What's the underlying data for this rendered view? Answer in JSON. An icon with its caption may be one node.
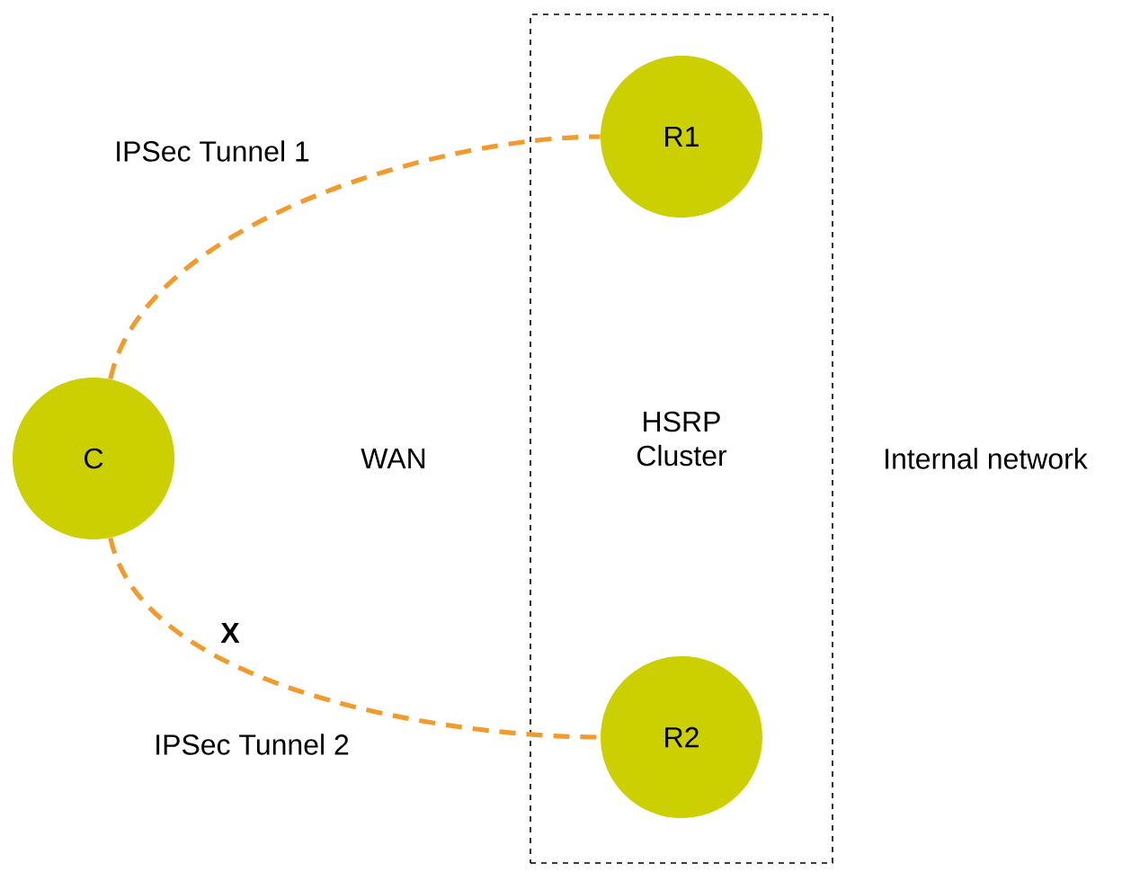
{
  "diagram": {
    "nodes": [
      {
        "text": [
          "HSRP Cluster"
        ]
      },
      {
        "text": [
          "R1"
        ],
        "in": 0
      },
      {
        "text": [
          "R2"
        ],
        "in": 0
      },
      {
        "text": [
          "C"
        ]
      }
    ],
    "edges": [
      {
        "from": 3,
        "to": 1,
        "arrow": "none",
        "label": "IPSec Tunnel 1",
        "style": "dashed"
      },
      {
        "from": 3,
        "to": 2,
        "arrow": "none",
        "label": "IPSec Tunnel 2",
        "style": "dashed"
      }
    ],
    "labels": [
      "WAN",
      "Internal network",
      "X"
    ]
  }
}
